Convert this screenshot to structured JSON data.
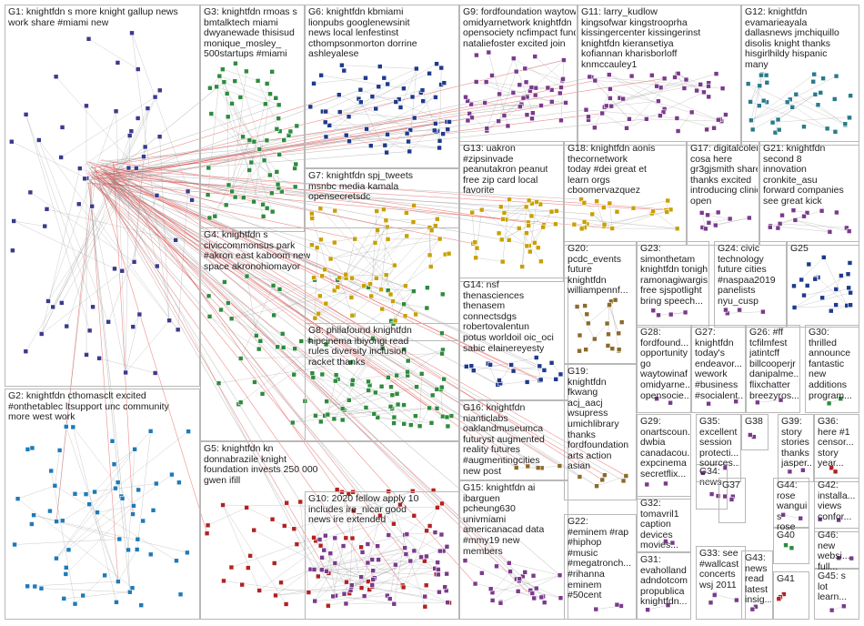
{
  "groups": [
    {
      "id": "g1",
      "label": "G1: knightfdn s more knight gallup news\nwork share #miami new",
      "color": "#3a3a8c"
    },
    {
      "id": "g2",
      "label": "G2: knightfdn cthomasclt excited\n#onthetablec ltsupport unc community\nmore west work",
      "color": "#1e7ab8"
    },
    {
      "id": "g3",
      "label": "G3: knightfdn rmoas s\nbmtalktech miami\ndwyanewade thisisud\nmonique_mosley_\n500startups #miami",
      "color": "#2e8b3e"
    },
    {
      "id": "g4",
      "label": "G4: knightfdn s\nciviccommonsus park\n#akron east kaboom new\nspace akronohiomayor",
      "color": "#2e8b3e"
    },
    {
      "id": "g5",
      "label": "G5: knightfdn kn\ndonnabrazile knight\nfoundation invests 250 000\ngwen ifill",
      "color": "#b22222"
    },
    {
      "id": "g6",
      "label": "G6: knightfdn kbmiami\nlionpubs googlenewsinit\nnews local lenfestinst\ncthompsonmorton dorrine\nashleyalese",
      "color": "#1e3a8c"
    },
    {
      "id": "g7",
      "label": "G7: knightfdn spj_tweets\nmsnbc media kamala\nopensecretsdc",
      "color": "#c8a000"
    },
    {
      "id": "g8",
      "label": "G8: philafound knightfdn\nhipcinema ibiyongi read\nrules diversity inclusion\nracket thanks",
      "color": "#2e8b3e"
    },
    {
      "id": "g9",
      "label": "G9: fordfoundation waytowinaf\nomidyarnetwork knightfdn\nopensociety ncfimpact fund\nnataliefoster excited join",
      "color": "#7a3a8c"
    },
    {
      "id": "g10",
      "label": "G10: 2020 fellow apply 10\nincludes ire_nicar good\nnews ire extended",
      "color": "#7a3a8c"
    },
    {
      "id": "g11",
      "label": "G11: larry_kudlow\nkingsofwar kingstrooprha\nkissingercenter kissingerinst\nknightfdn kieransetiya\nkofiannan kharisborloff\nknmccauley1",
      "color": "#7a3a8c"
    },
    {
      "id": "g12",
      "label": "G12: knightfdn\nevamarieayala\ndallasnews jmchiquillo\ndisolis knight thanks\nhisgirlhildy hispanic\nmany",
      "color": "#2a7a8c"
    },
    {
      "id": "g13",
      "label": "G13: uakron\n#zipsinvade\npeanutakron peanut\nfree zip card local\nfavorite",
      "color": "#c8a000"
    },
    {
      "id": "g14",
      "label": "G14: nsf\nthenasciences\nthenasem\nconnectsdgs\nrobertovalentun\npotus worldoil oic_oci\nsabic elainereyesty",
      "color": "#1e3a8c"
    },
    {
      "id": "g15",
      "label": "G15: knightfdn ai\nibarguen\npcheung630\nunivmiami\namericanacad data\n#mmy19 new\nmembers",
      "color": "#7a3a8c"
    },
    {
      "id": "g16",
      "label": "G16: knightfdn\nnianticlabs\noaklandmuseumca\nfuturyst augmented\nreality futures\n#augmentingcities\nnew post",
      "color": "#8c6a2a"
    },
    {
      "id": "g17",
      "label": "G17: digitalcoleman\ncosa here\ngr3gjsmith share\nthanks excited\nintroducing clinic\nopen",
      "color": "#7a3a8c"
    },
    {
      "id": "g18",
      "label": "G18: knightfdn aonis\nthecornetwork\ntoday #dei great et\nlearn orgs\ncboomervazquez",
      "color": "#c8a000"
    },
    {
      "id": "g19",
      "label": "G19:\nknightfdn\nfkwang\nacj_aacj\nwsupress\numichlibrary\nthanks\nfordfoundation\narts action\nasian",
      "color": "#8c6a2a"
    },
    {
      "id": "g20",
      "label": "G20:\npcdc_events\nfuture\nknightfdn\nwilliampennf...",
      "color": "#8c6a2a"
    },
    {
      "id": "g21",
      "label": "G21: knightfdn\nsecond 8\ninnovation\ncronkite_asu\nforward companies\nsee great kick",
      "color": "#7a3a8c"
    },
    {
      "id": "g22",
      "label": "G22:\n#eminem #rap\n#hiphop\n#music\n#megatronch...\n#rihanna\neminem\n#50cent",
      "color": "#7a3a8c"
    },
    {
      "id": "g23",
      "label": "G23:\nsimonthetam\nknightfdn tonight\nramonagiwargis\nfree sjspotlight\nbring speech...",
      "color": "#7a3a8c"
    },
    {
      "id": "g24",
      "label": "G24: civic\ntechnology\nfuture cities\n#naspaa2019\npanelists\nnyu_cusp",
      "color": "#7a3a8c"
    },
    {
      "id": "g25",
      "label": "G25",
      "color": "#1e3a8c"
    },
    {
      "id": "g26",
      "label": "G26: #ff\ntcfilmfest\njatintcff\nbillcooperjr\ndanipalme...\nflixchatter\nbreezyros...",
      "color": "#7a3a8c"
    },
    {
      "id": "g27",
      "label": "G27:\nknightfdn\ntoday's\nendeavor...\nwework\n#business\n#socialent...",
      "color": "#7a3a8c"
    },
    {
      "id": "g28",
      "label": "G28:\nfordfound...\nopportunity\ngo\nwaytowinaf\nomidyarne...\nopensocie...",
      "color": "#7a3a8c"
    },
    {
      "id": "g29",
      "label": "G29:\nonartscoun...\ndwbia\ncanadacou...\nexpcinema\nsecretflix...",
      "color": "#7a3a8c"
    },
    {
      "id": "g30",
      "label": "G30:\nthrilled\nannounce\nfantastic\nnew\nadditions\nprogram...",
      "color": "#2e8b3e"
    },
    {
      "id": "g31",
      "label": "G31:\nevaholland\nadndotcom\npropublica\nknightfdn...",
      "color": "#7a3a8c"
    },
    {
      "id": "g32",
      "label": "G32:\ntomavril1\ncaption\ndevices\nmovies...",
      "color": "#7a3a8c"
    },
    {
      "id": "g33",
      "label": "G33: see\n#wallcast\nconcerts\nwsj 2011",
      "color": "#7a3a8c"
    },
    {
      "id": "g34",
      "label": "G34:\nnews",
      "color": "#7a3a8c"
    },
    {
      "id": "g35",
      "label": "G35:\nexcellent\nsession\nprotecti...\nsources...",
      "color": "#7a3a8c"
    },
    {
      "id": "g36",
      "label": "G36:\nhere #1\ncensor...\nstory\nyear...",
      "color": "#b22222"
    },
    {
      "id": "g37",
      "label": "G37",
      "color": "#7a3a8c"
    },
    {
      "id": "g38",
      "label": "G38",
      "color": "#7a3a8c"
    },
    {
      "id": "g39",
      "label": "G39:\nstory\nstories\nthanks\njasper...",
      "color": "#7a3a8c"
    },
    {
      "id": "g40",
      "label": "G40",
      "color": "#2e8b3e"
    },
    {
      "id": "g41",
      "label": "G41",
      "color": "#b22222"
    },
    {
      "id": "g42",
      "label": "G42:\ninstalla...\nviews\nconfor...",
      "color": "#7a3a8c"
    },
    {
      "id": "g43",
      "label": "G43:\nnews\nread\nlatest\ninsig...",
      "color": "#7a3a8c"
    },
    {
      "id": "g44",
      "label": "G44:\nrose\nwangui\ns\nrose",
      "color": "#7a3a8c"
    },
    {
      "id": "g45",
      "label": "G45: s\nlot\nlearn...",
      "color": "#7a3a8c"
    },
    {
      "id": "g46",
      "label": "G46:\nnew\nwebsi...\nfull...",
      "color": "#7a3a8c"
    }
  ],
  "colors": {
    "edge_gray": "#9a9a9a",
    "edge_red": "#e03030",
    "box_border": "#b8b8b8"
  }
}
